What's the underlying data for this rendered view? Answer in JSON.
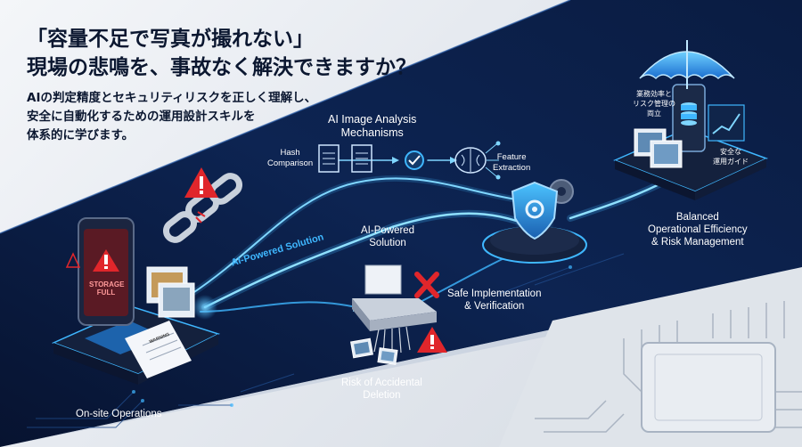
{
  "header": {
    "title_line1": "「容量不足で写真が撮れない」",
    "title_line2": "現場の悲鳴を、事故なく解決できますか？",
    "subtitle_line1": "AIの判定精度とセキュリティリスクを正しく理解し、",
    "subtitle_line2": "安全に自動化するための運用設計スキルを",
    "subtitle_line3": "体系的に学びます。"
  },
  "nodes": {
    "onsite": "On-site Operations",
    "hash": [
      "Hash",
      "Comparison"
    ],
    "ai_image": [
      "AI Image Analysis",
      "Mechanisms"
    ],
    "feature": [
      "Feature",
      "Extraction"
    ],
    "ai_solution": [
      "AI-Powered",
      "Solution"
    ],
    "safe": [
      "Safe Implementation",
      "& Verification"
    ],
    "risk": [
      "Risk of Accidental",
      "Deletion"
    ],
    "balanced": [
      "Balanced",
      "Operational Efficiency",
      "& Risk Management"
    ]
  },
  "flow_label": "AI-Powered Solution",
  "phone_text": [
    "STORAGE",
    "FULL"
  ],
  "doc_text": "WARNING",
  "jp_labels": {
    "dashboard": [
      "業務効率と",
      "リスク管理の",
      "両立"
    ],
    "guide": [
      "安全な",
      "運用ガイド"
    ]
  },
  "colors": {
    "navy": "#0b1a3a",
    "glow": "#3fb7ff",
    "warning": "#e0262b",
    "text_dark": "#0b1730"
  }
}
